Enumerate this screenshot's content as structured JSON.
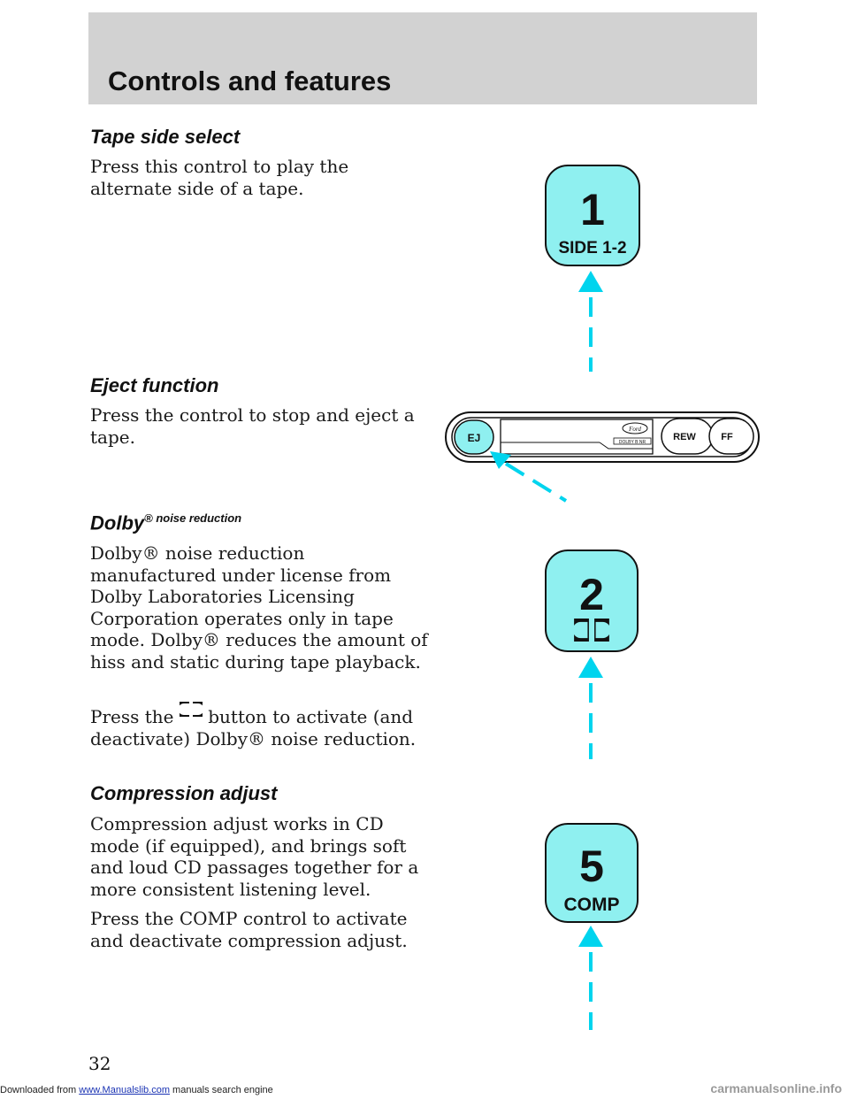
{
  "header": {
    "title": "Controls and features"
  },
  "sections": [
    {
      "heading": "Tape side select",
      "paragraphs": [
        "Press this control to play the alternate side of a tape."
      ]
    },
    {
      "heading": "Eject function",
      "paragraphs": [
        "Press the control to stop and eject a tape."
      ]
    },
    {
      "heading": "Dolby",
      "heading_suffix": "® noise reduction",
      "paragraphs": [
        "Dolby® noise reduction manufactured under license from Dolby Laboratories Licensing Corporation operates only in tape mode. Dolby® reduces the amount of hiss and static during tape playback."
      ],
      "press_before": "Press the",
      "press_after": "button to activate (and deactivate) Dolby® noise reduction."
    },
    {
      "heading": "Compression adjust",
      "paragraphs": [
        "Compression adjust works in CD mode (if equipped), and brings soft and loud CD passages together for a more consistent listening level.",
        "Press the COMP control to activate and deactivate compression adjust."
      ]
    }
  ],
  "buttons": {
    "side": {
      "number": "1",
      "label": "SIDE 1-2"
    },
    "dolby": {
      "number": "2",
      "icon": "dolby-icon"
    },
    "comp": {
      "number": "5",
      "label": "COMP"
    }
  },
  "radio": {
    "eject": "EJ",
    "rew": "REW",
    "ff": "FF",
    "brand": "Ford",
    "dolby_mark": "DOLBY B NR"
  },
  "colors": {
    "button_fill": "#8ff0f0",
    "arrow": "#00d4ee",
    "header_band": "#d2d2d2"
  },
  "page_number": "32",
  "footer": {
    "prefix": "Downloaded from ",
    "link": "www.Manualslib.com",
    "suffix": " manuals search engine"
  },
  "watermark": "carmanualsonline.info"
}
